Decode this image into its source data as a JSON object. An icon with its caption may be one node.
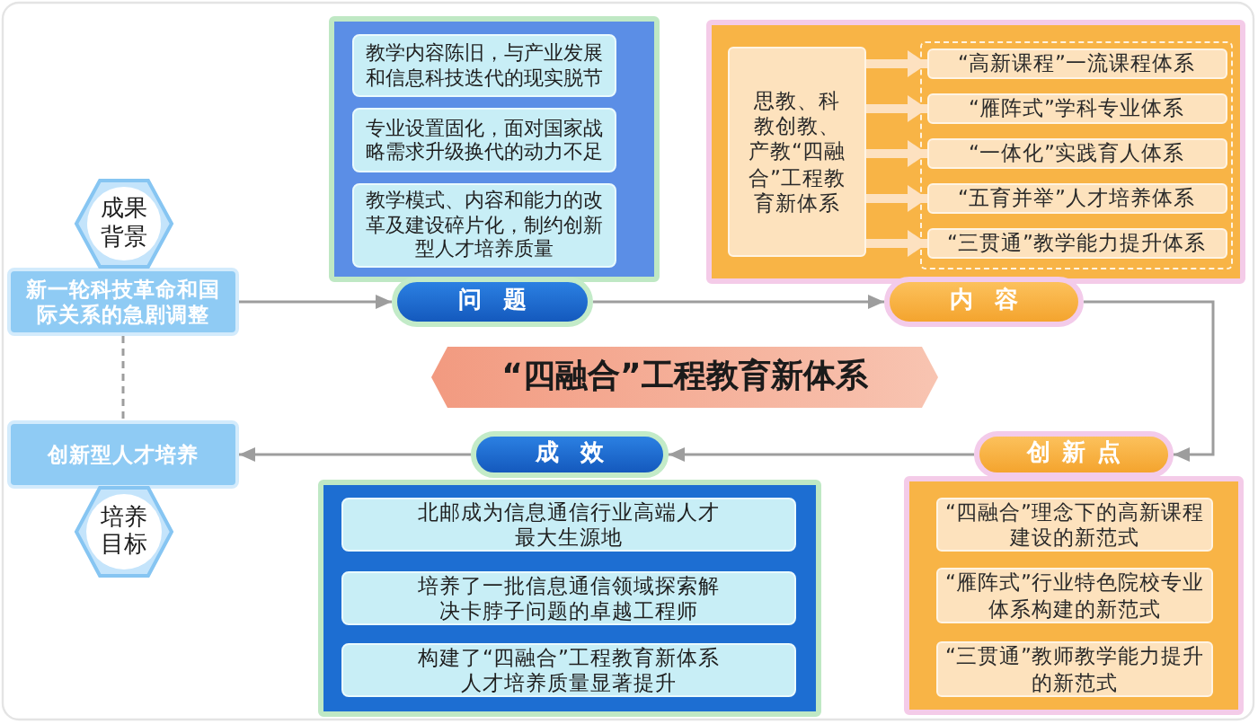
{
  "diagram": {
    "nodes": [
      {
        "text": [
          "成果背景"
        ]
      },
      {
        "text": [
          "新一轮科技革命和国际关系的急剧调整"
        ]
      },
      {
        "text": [],
        "shape": "box"
      },
      {
        "text": [
          "教学内容陈旧，与产业发展和信息科技迭代的现实脱节"
        ],
        "in": 2
      },
      {
        "text": [
          "专业设置固化，面对国家战略需求升级换代的动力不足"
        ],
        "in": 2
      },
      {
        "text": [
          "教学模式、内容和能力的改革及建设碎片化，制约创新型人才培养质量"
        ],
        "in": 2
      },
      {
        "text": [
          "问题"
        ]
      },
      {
        "text": [],
        "shape": "box"
      },
      {
        "text": [
          "思教、科教创教、产教“四融合”工程教育新体系"
        ],
        "in": 7
      },
      {
        "text": [],
        "shape": "box",
        "in": 7
      },
      {
        "text": [
          "“高新课程”一流课程体系"
        ],
        "in": 9
      },
      {
        "text": [
          "“雁阵式”学科专业体系"
        ],
        "in": 9
      },
      {
        "text": [
          "“一体化”实践育人体系"
        ],
        "in": 9
      },
      {
        "text": [
          "“五育并举”人才培养体系"
        ],
        "in": 9
      },
      {
        "text": [
          "“三贯通”教学能力提升体系"
        ],
        "in": 9
      },
      {
        "text": [
          "内容"
        ]
      },
      {
        "text": [
          "“四融合”工程教育新体系"
        ]
      },
      {
        "text": [
          "创新点"
        ]
      },
      {
        "text": [],
        "shape": "box"
      },
      {
        "text": [
          "“四融合”理念下的高新课程建设的新范式"
        ],
        "in": 18
      },
      {
        "text": [
          "“雁阵式”行业特色院校专业体系构建的新范式"
        ],
        "in": 18
      },
      {
        "text": [
          "“三贯通”教师教学能力提升的新范式"
        ],
        "in": 18
      },
      {
        "text": [
          "成效"
        ]
      },
      {
        "text": [],
        "shape": "box"
      },
      {
        "text": [
          "北邮成为信息通信行业高端人才最大生源地"
        ],
        "in": 23
      },
      {
        "text": [
          "培养了一批信息通信领域探索解决卡脖子问题的卓越工程师"
        ],
        "in": 23
      },
      {
        "text": [
          "构建了“四融合”工程教育新体系人才培养质量显著提升"
        ],
        "in": 23
      },
      {
        "text": [
          "创新型人才培养"
        ]
      },
      {
        "text": [
          "培养目标"
        ]
      }
    ],
    "edges": [
      {
        "from": 1,
        "to": 6,
        "arrow": "to"
      },
      {
        "from": 6,
        "to": 15,
        "arrow": "to"
      },
      {
        "from": 15,
        "to": 17,
        "arrow": "to"
      },
      {
        "from": 17,
        "to": 22,
        "arrow": "to"
      },
      {
        "from": 22,
        "to": 27,
        "arrow": "to"
      },
      {
        "from": 1,
        "to": 27,
        "arrow": "none",
        "style": "dashed"
      },
      {
        "from": 8,
        "to": 10,
        "arrow": "to",
        "style": "thick",
        "color": "#fde1c0"
      },
      {
        "from": 8,
        "to": 11,
        "arrow": "to",
        "style": "thick",
        "color": "#fde1c0"
      },
      {
        "from": 8,
        "to": 12,
        "arrow": "to",
        "style": "thick",
        "color": "#fde1c0"
      },
      {
        "from": 8,
        "to": 13,
        "arrow": "to",
        "style": "thick",
        "color": "#fde1c0"
      },
      {
        "from": 8,
        "to": 14,
        "arrow": "to",
        "style": "thick",
        "color": "#fde1c0"
      }
    ]
  }
}
